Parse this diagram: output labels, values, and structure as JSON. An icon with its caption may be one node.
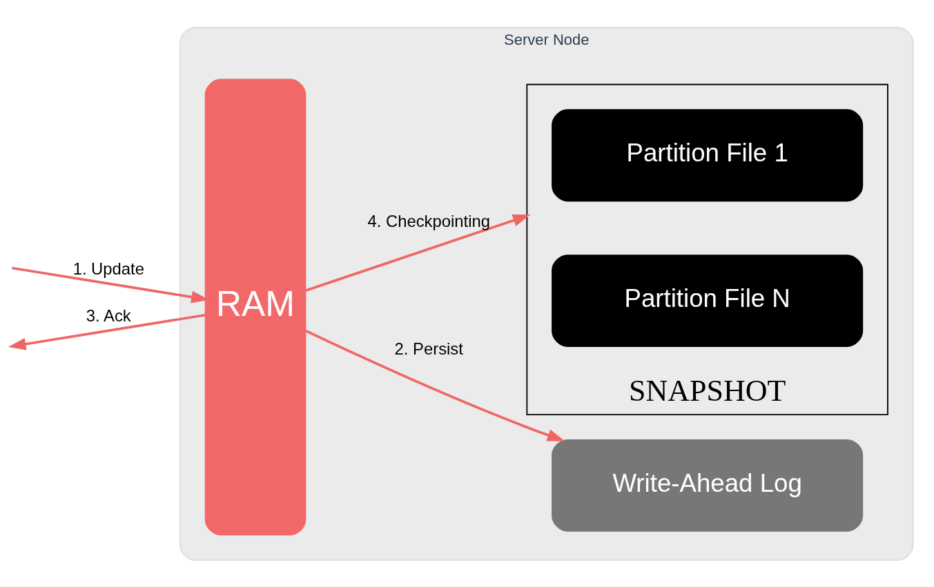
{
  "diagram": {
    "nodes": [
      {
        "text": [
          "Server Node"
        ]
      },
      {
        "text": [
          "RAM"
        ],
        "in": 0
      },
      {
        "text": [
          "Write-Ahead Log"
        ],
        "in": 0
      },
      {
        "text": [
          "SNAPSHOT"
        ],
        "in": 0
      },
      {
        "text": [
          "Partition File 1"
        ],
        "in": 3
      },
      {
        "text": [
          "Partition File N"
        ],
        "in": 3
      }
    ],
    "edges": [
      {
        "from": null,
        "to": 1,
        "arrow": "to",
        "label": "1. Update",
        "color": "#f06666"
      },
      {
        "from": 1,
        "to": 2,
        "arrow": "to",
        "label": "2. Persist",
        "color": "#f06666"
      },
      {
        "from": 1,
        "to": null,
        "arrow": "to",
        "label": "3. Ack",
        "color": "#f06666"
      },
      {
        "from": 1,
        "to": 3,
        "arrow": "to",
        "label": "4. Checkpointing",
        "color": "#f06666"
      }
    ]
  }
}
